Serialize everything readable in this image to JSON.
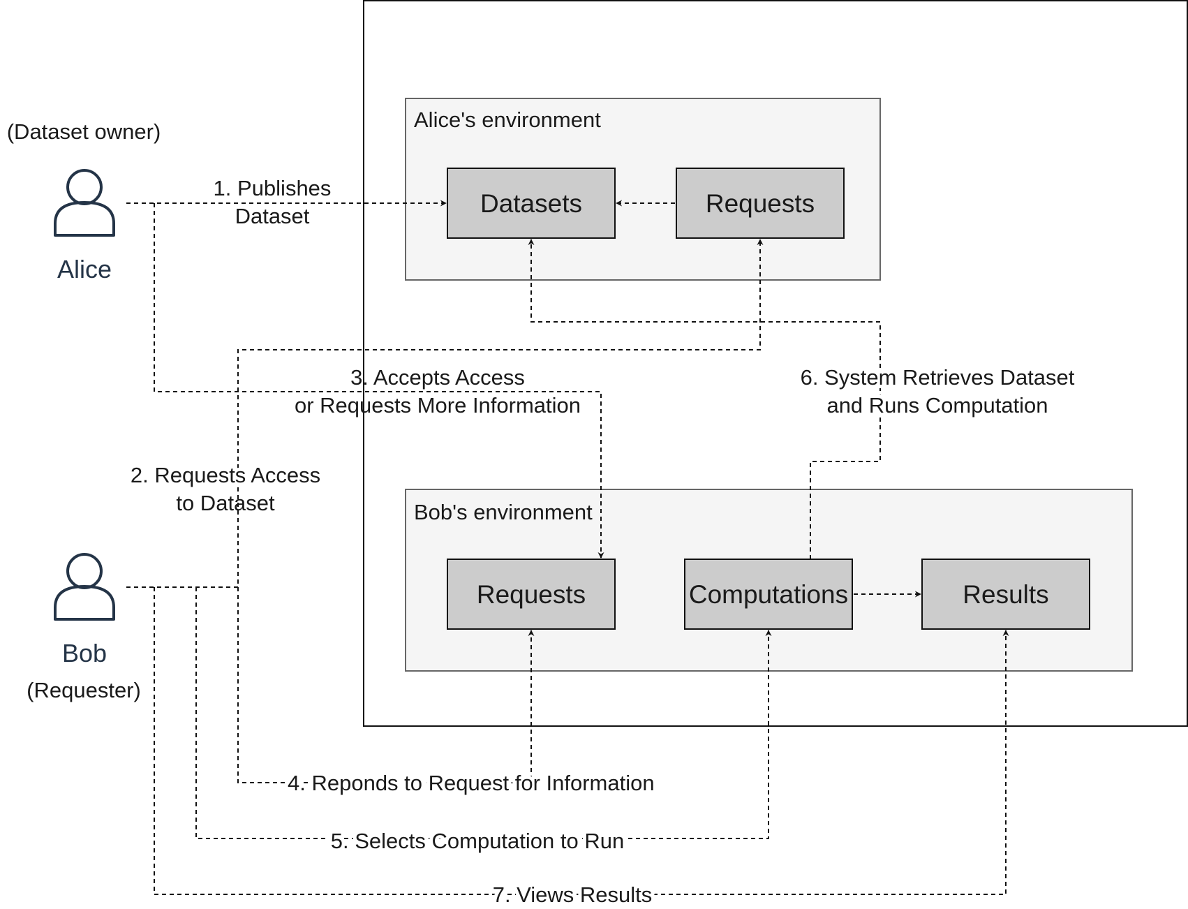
{
  "actors": {
    "alice": {
      "name": "Alice",
      "role": "(Dataset owner)",
      "icon": "user-icon"
    },
    "bob": {
      "name": "Bob",
      "role": "(Requester)",
      "icon": "user-icon"
    }
  },
  "environments": {
    "alice": {
      "label": "Alice's environment",
      "boxes": {
        "datasets": "Datasets",
        "requests": "Requests"
      }
    },
    "bob": {
      "label": "Bob's environment",
      "boxes": {
        "requests": "Requests",
        "computations": "Computations",
        "results": "Results"
      }
    }
  },
  "steps": {
    "s1": [
      "1. Publishes",
      "Dataset"
    ],
    "s2": [
      "2. Requests Access",
      "to Dataset"
    ],
    "s3": [
      "3. Accepts Access",
      "or Requests More Information"
    ],
    "s4": "4. Reponds to Request for Information",
    "s5": "5. Selects Computation to Run",
    "s6": [
      "6. System Retrieves Dataset",
      "and Runs Computation"
    ],
    "s7": "7. Views Results"
  },
  "colors": {
    "box_fill": "#cccccc",
    "environment_fill": "#f5f5f5",
    "actor_color": "#243447"
  }
}
